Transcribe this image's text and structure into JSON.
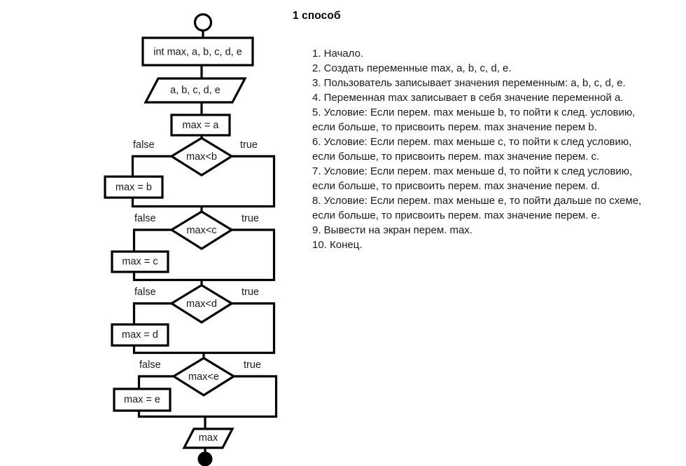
{
  "flowchart": {
    "start_terminal": "start-circle",
    "end_terminal": "end-circle",
    "nodes": {
      "declare": "int max, a, b, c, d, e",
      "input": "a, b, c, d, e",
      "init": "max = a",
      "output": "max"
    },
    "decisions": [
      {
        "condition": "max<b",
        "false_label": "false",
        "true_label": "true",
        "assign": "max = b"
      },
      {
        "condition": "max<c",
        "false_label": "false",
        "true_label": "true",
        "assign": "max = c"
      },
      {
        "condition": "max<d",
        "false_label": "false",
        "true_label": "true",
        "assign": "max = d"
      },
      {
        "condition": "max<e",
        "false_label": "false",
        "true_label": "true",
        "assign": "max = e"
      }
    ]
  },
  "text_panel": {
    "title": "1 способ",
    "steps": [
      "1. Начало.",
      "2. Создать переменные max, a, b, c, d, e.",
      "3. Пользователь записывает значения переменным: a, b, c, d, e.",
      "4. Переменная max записывает в себя значение переменной a.",
      "5. Условие: Если перем. max меньше b, то пойти к след. условию,",
      "если больше, то присвоить перем. max значение перем b.",
      "6. Условие: Если перем. max меньше c, то пойти к след условию,",
      "если больше, то присвоить перем. max значение перем. c.",
      "7. Условие: Если перем. max меньше d, то пойти к след условию,",
      "если больше, то присвоить перем. max значение перем. d.",
      "8. Условие: Если перем. max меньше e, то пойти дальше по схеме,",
      "если больше, то присвоить перем. max значение перем. e.",
      "9. Вывести на экран перем. max.",
      "10. Конец."
    ]
  },
  "colors": {
    "ink": "#000000",
    "text": "#1a1a1a",
    "background": "#ffffff"
  }
}
